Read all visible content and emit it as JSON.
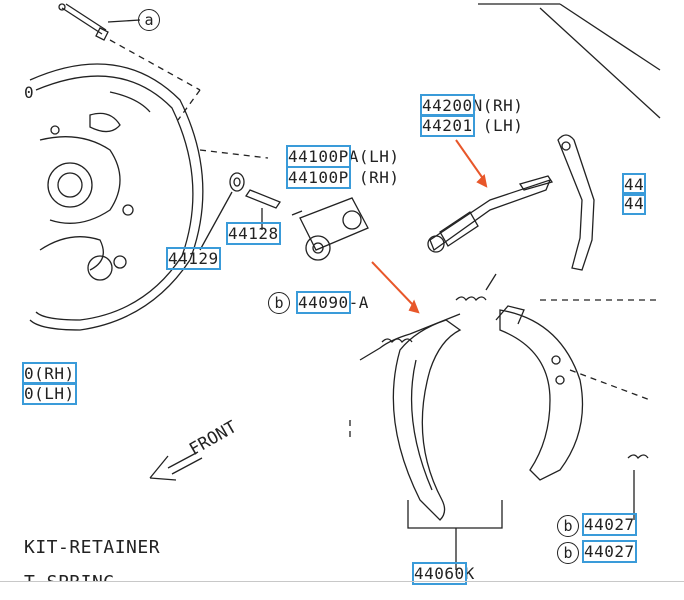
{
  "callouts": {
    "a": "a",
    "b": "b"
  },
  "parts": {
    "p44200": "44200",
    "p44200_suffix": "N(RH)",
    "p44201": "44201",
    "p44201_suffix": " (LH)",
    "p44100a": "44100P",
    "p44100a_suffix": "A(LH)",
    "p44100b": "44100P",
    "p44100b_suffix": " (RH)",
    "p44128": "44128",
    "p44129": "44129",
    "p44090": "44090",
    "p44090_suffix": "-A",
    "right_top1": "44",
    "right_top2": "44",
    "left_rh": "0(RH)",
    "left_lh": "0(LH)",
    "p44027a": "44027",
    "p44027b": "44027",
    "p44060": "44060",
    "p44060_suffix": "K",
    "left_top": "0"
  },
  "labels": {
    "front": "FRONT",
    "kit_retainer": "KIT-RETAINER",
    "spring": "T-SPRING"
  },
  "colors": {
    "highlight": "#3a9bd9",
    "arrow": "#e8572a",
    "line": "#222222"
  }
}
